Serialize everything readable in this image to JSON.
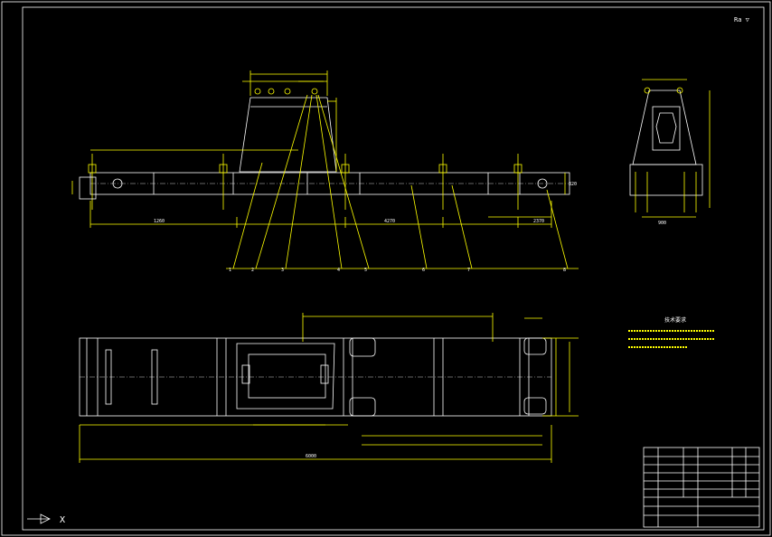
{
  "drawing": {
    "corner_symbol": "Ra ▽",
    "tech_notes_title": "技术要求",
    "ucs_label": "X"
  },
  "callouts": [
    "1",
    "2",
    "3",
    "4",
    "5",
    "6",
    "7",
    "8"
  ],
  "dims": {
    "total_length": "6000",
    "main_span": "4270",
    "left_segment": "1260",
    "right_segment": "2370",
    "height": "320",
    "end_view_width": "900"
  },
  "colors": {
    "background": "#000000",
    "outline": "#ffffff",
    "dimension": "#ffff00",
    "border": "#ffffff"
  }
}
